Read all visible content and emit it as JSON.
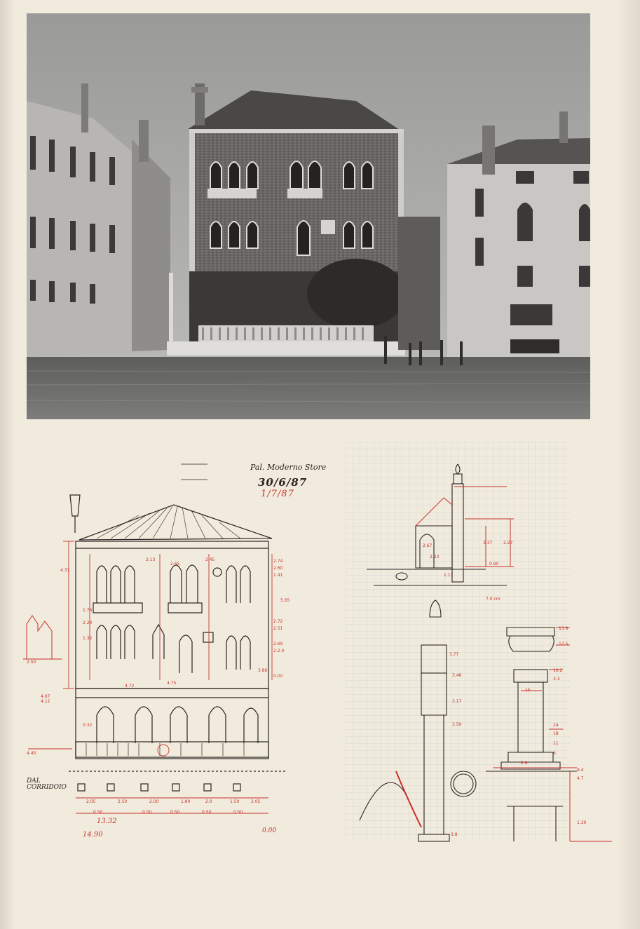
{
  "page": {
    "paper_color": "#f1ebde",
    "ink_color": "#2a2420",
    "annotation_color": "#c8322a"
  },
  "photo": {
    "subject": "palazzo-facade-photograph",
    "tone": "black-and-white"
  },
  "sketch_notes": {
    "title": "Pal. Moderno Store",
    "date_primary": "30/6/87",
    "date_secondary": "1/7/87",
    "corner_label": "DAL CORRIDOIO",
    "total_width": "14.90",
    "subtotal": "13.32",
    "bottom_mark": "0.00"
  }
}
